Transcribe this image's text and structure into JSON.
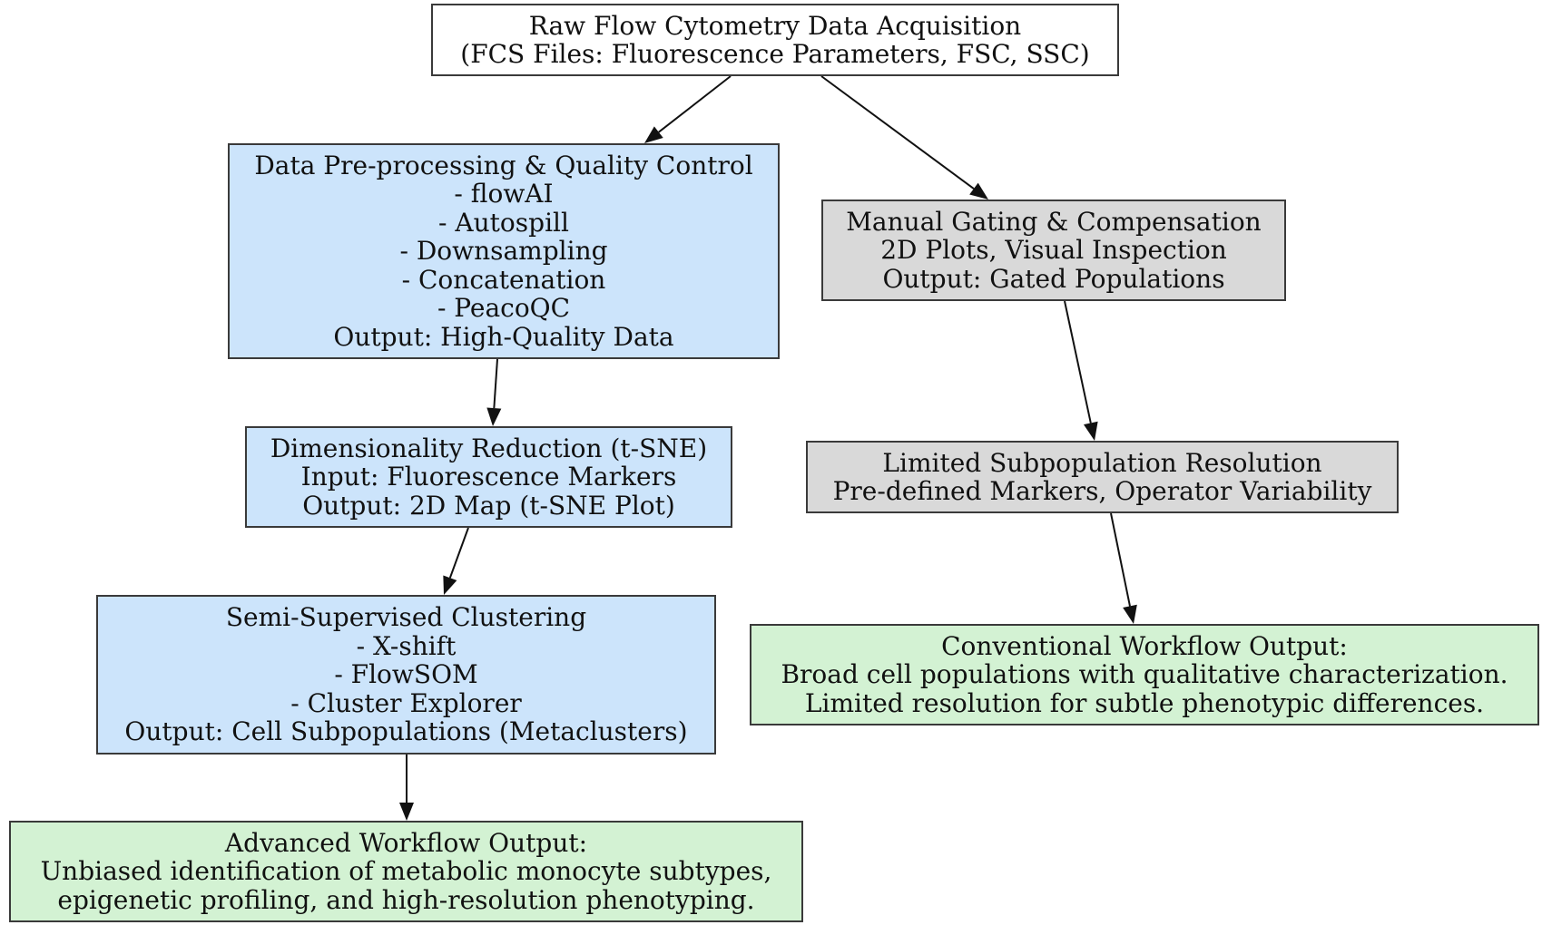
{
  "colors": {
    "start": "#ffffff",
    "advanced": "#cce4fb",
    "conventional": "#d9d9d9",
    "output": "#d3f2d3",
    "border": "#3a3a3a",
    "edge": "#111111"
  },
  "nodes": {
    "raw": {
      "lines": [
        "Raw Flow Cytometry Data Acquisition",
        "(FCS Files: Fluorescence Parameters, FSC, SSC)"
      ]
    },
    "preprocessing": {
      "lines": [
        "Data Pre-processing & Quality Control",
        "- flowAI",
        "- Autospill",
        "- Downsampling",
        "- Concatenation",
        "- PeacoQC",
        "Output: High-Quality Data"
      ]
    },
    "dimreduction": {
      "lines": [
        "Dimensionality Reduction (t-SNE)",
        "Input: Fluorescence Markers",
        "Output: 2D Map (t-SNE Plot)"
      ]
    },
    "clustering": {
      "lines": [
        "Semi-Supervised Clustering",
        "- X-shift",
        "- FlowSOM",
        "- Cluster Explorer",
        "Output: Cell Subpopulations (Metaclusters)"
      ]
    },
    "advanced_output": {
      "lines": [
        "Advanced Workflow Output:",
        "Unbiased identification of metabolic monocyte subtypes,",
        "epigenetic profiling, and high-resolution phenotyping."
      ]
    },
    "manual_gating": {
      "lines": [
        "Manual Gating & Compensation",
        "2D Plots, Visual Inspection",
        "Output: Gated Populations"
      ]
    },
    "limited": {
      "lines": [
        "Limited Subpopulation Resolution",
        "Pre-defined Markers, Operator Variability"
      ]
    },
    "conventional_output": {
      "lines": [
        "Conventional Workflow Output:",
        "Broad cell populations with qualitative characterization.",
        "Limited resolution for subtle phenotypic differences."
      ]
    }
  },
  "edges": [
    {
      "from": "raw",
      "to": "preprocessing"
    },
    {
      "from": "raw",
      "to": "manual_gating"
    },
    {
      "from": "preprocessing",
      "to": "dimreduction"
    },
    {
      "from": "dimreduction",
      "to": "clustering"
    },
    {
      "from": "clustering",
      "to": "advanced_output"
    },
    {
      "from": "manual_gating",
      "to": "limited"
    },
    {
      "from": "limited",
      "to": "conventional_output"
    }
  ]
}
